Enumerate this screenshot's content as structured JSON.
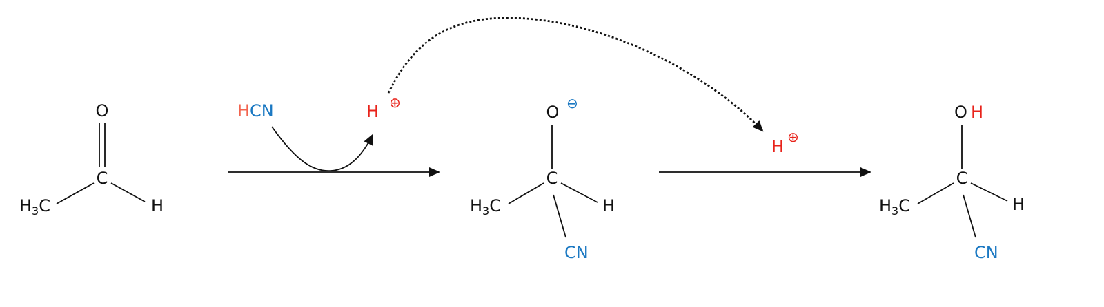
{
  "colors": {
    "black": "#111111",
    "red": "#e8231b",
    "blue": "#1a78c2",
    "salmon": "#f2644f"
  },
  "reactant": {
    "o": "O",
    "c": "C",
    "h": "H",
    "methyl_h": "H",
    "methyl_sub": "3",
    "methyl_c": "C"
  },
  "reagent": {
    "h": "H",
    "cn": "CN"
  },
  "proton_1": {
    "h": "H",
    "charge": "⊕"
  },
  "intermediate": {
    "o": "O",
    "charge": "⊖",
    "c": "C",
    "h": "H",
    "methyl_h": "H",
    "methyl_sub": "3",
    "methyl_c": "C",
    "cn": "CN"
  },
  "proton_2": {
    "h": "H",
    "charge": "⊕"
  },
  "product": {
    "o": "O",
    "oh_h": "H",
    "c": "C",
    "h": "H",
    "methyl_h": "H",
    "methyl_sub": "3",
    "methyl_c": "C",
    "cn": "CN"
  }
}
